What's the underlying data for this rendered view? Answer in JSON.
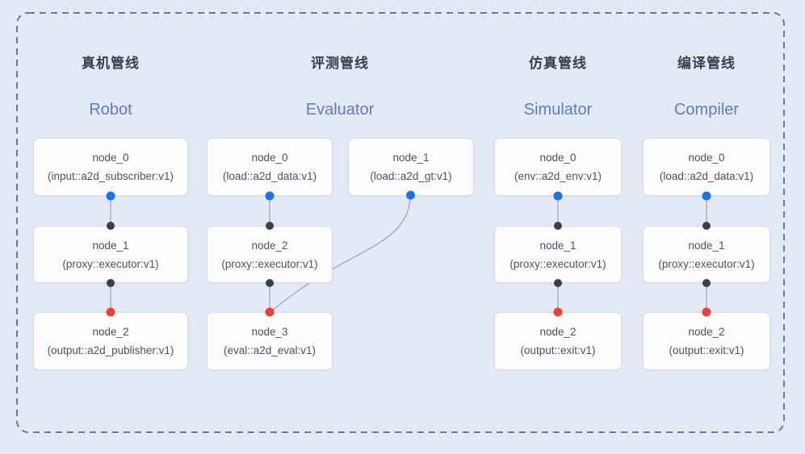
{
  "colors": {
    "background": "#e4e9f6",
    "frame_dash": "#73777f",
    "edge": "#99a1b0",
    "blue_dot": "#1a73e8",
    "black_dot": "#3b3f46",
    "red_dot": "#ea4335",
    "zh_title": "#3a3f49",
    "en_title": "#5e7bc4",
    "node_text": "#4d525b"
  },
  "pipelines": [
    {
      "title_zh": "真机管线",
      "title_en": "Robot",
      "nodes": [
        {
          "name": "node_0",
          "type": "(input::a2d_subscriber:v1)"
        },
        {
          "name": "node_1",
          "type": "(proxy::executor:v1)"
        },
        {
          "name": "node_2",
          "type": "(output::a2d_publisher:v1)"
        }
      ]
    },
    {
      "title_zh": "评测管线",
      "title_en": "Evaluator",
      "nodes": [
        {
          "name": "node_0",
          "type": "(load::a2d_data:v1)"
        },
        {
          "name": "node_1",
          "type": "(load::a2d_gt:v1)"
        },
        {
          "name": "node_2",
          "type": "(proxy::executor:v1)"
        },
        {
          "name": "node_3",
          "type": "(eval::a2d_eval:v1)"
        }
      ]
    },
    {
      "title_zh": "仿真管线",
      "title_en": "Simulator",
      "nodes": [
        {
          "name": "node_0",
          "type": "(env::a2d_env:v1)"
        },
        {
          "name": "node_1",
          "type": "(proxy::executor:v1)"
        },
        {
          "name": "node_2",
          "type": "(output::exit:v1)"
        }
      ]
    },
    {
      "title_zh": "编译管线",
      "title_en": "Compiler",
      "nodes": [
        {
          "name": "node_0",
          "type": "(load::a2d_data:v1)"
        },
        {
          "name": "node_1",
          "type": "(proxy::executor:v1)"
        },
        {
          "name": "node_2",
          "type": "(output::exit:v1)"
        }
      ]
    }
  ]
}
